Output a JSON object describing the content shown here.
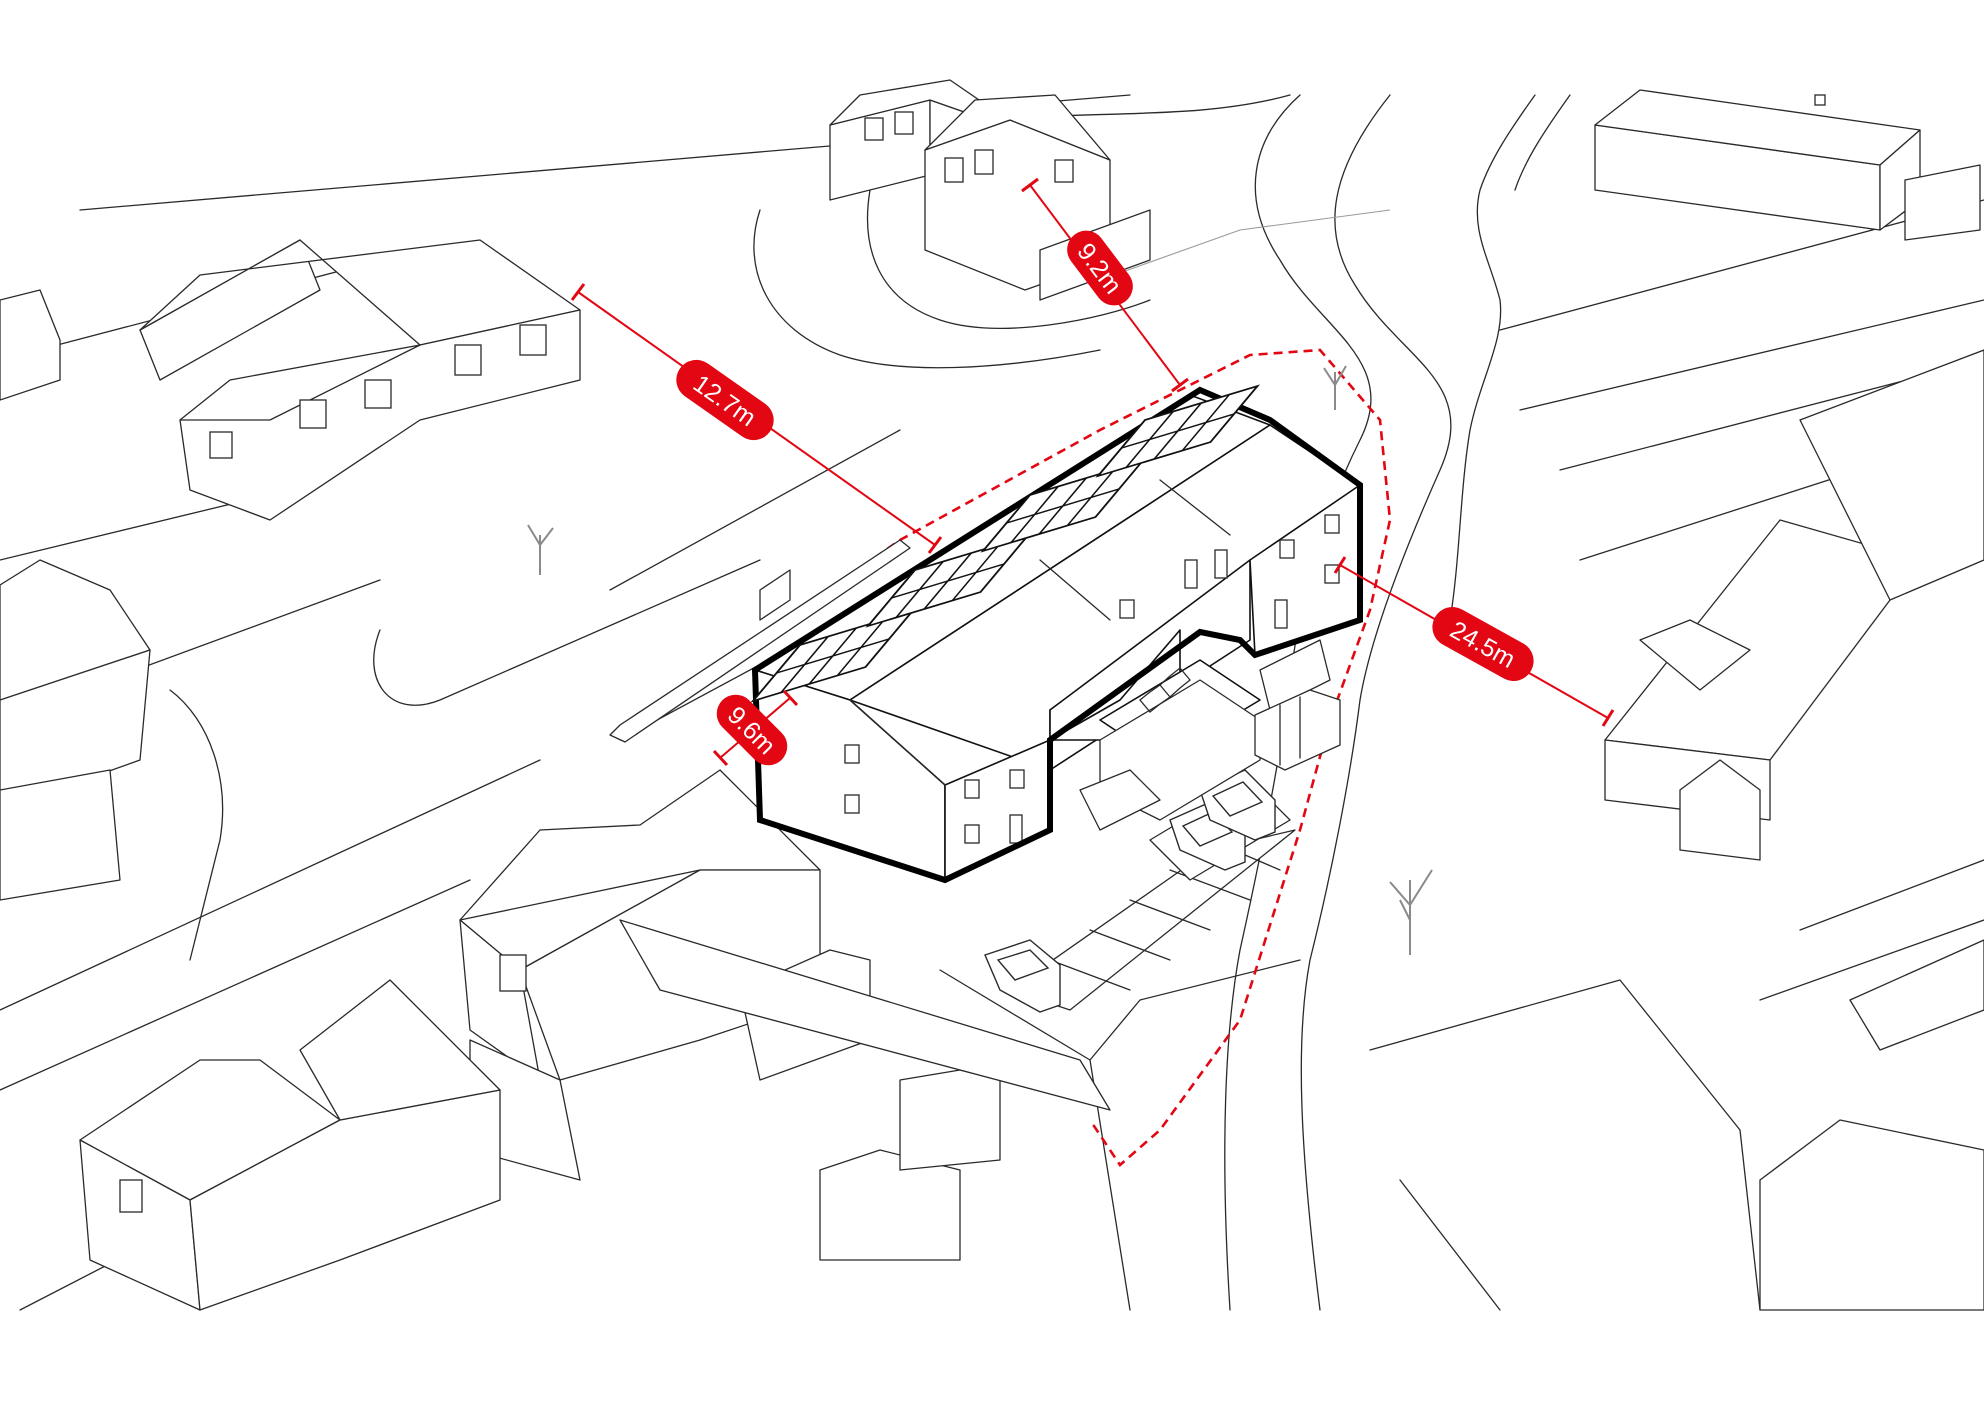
{
  "dimensions": [
    {
      "id": "dim-north",
      "label": "9.2m"
    },
    {
      "id": "dim-west",
      "label": "12.7m"
    },
    {
      "id": "dim-southwest",
      "label": "9.6m"
    },
    {
      "id": "dim-east",
      "label": "24.5m"
    }
  ],
  "colors": {
    "dimension_red": "#e30613",
    "proposed_outline": "#000000",
    "context_line": "#2a2a2a",
    "background": "#ffffff"
  },
  "icons": [
    "solar-panel-icon",
    "tree-icon",
    "car-icon",
    "staircase-icon"
  ]
}
